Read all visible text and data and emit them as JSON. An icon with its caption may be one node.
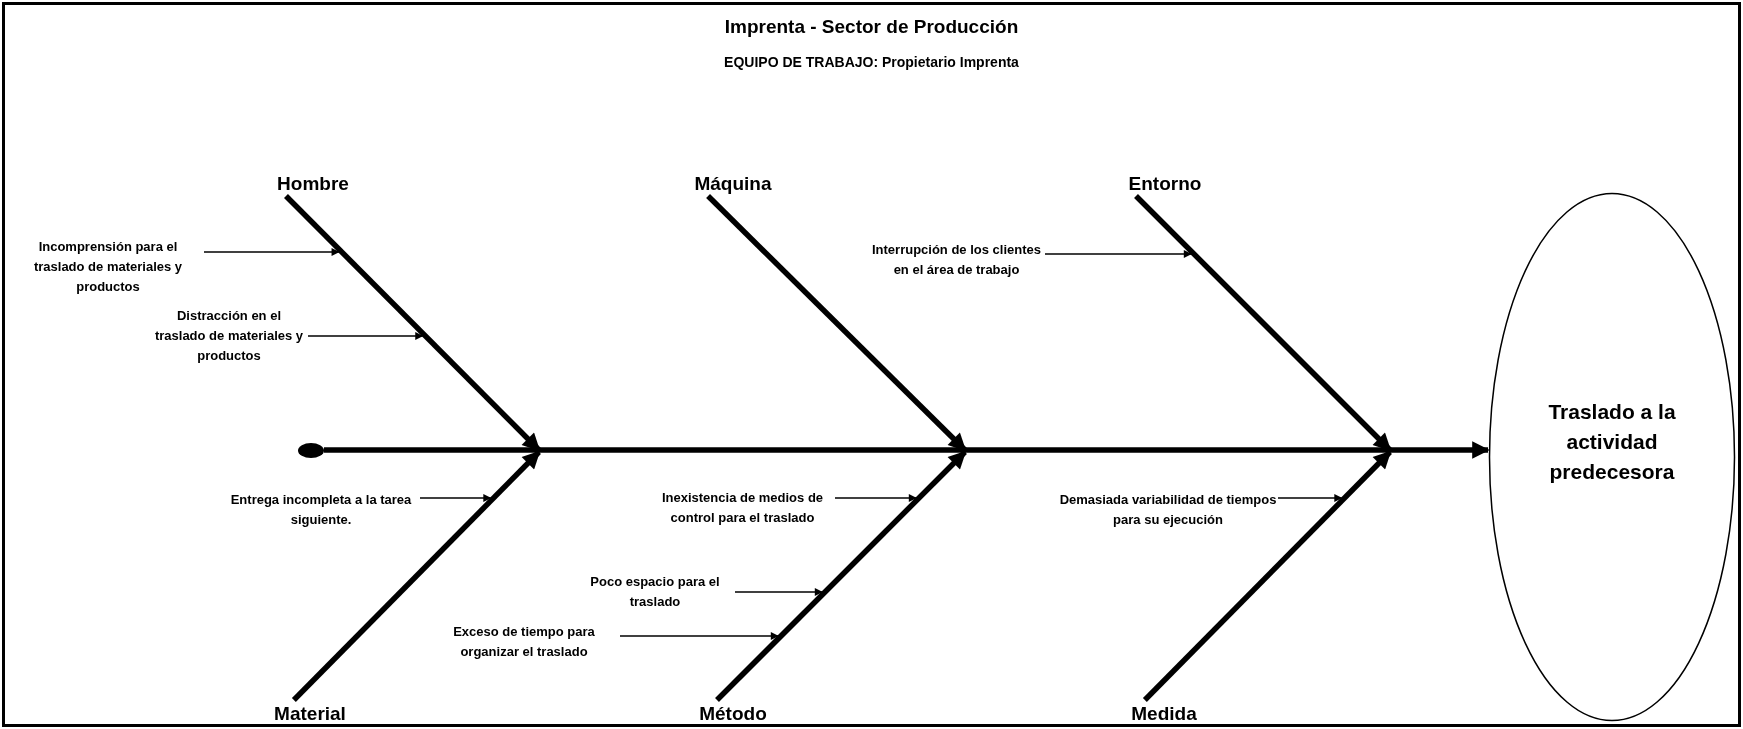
{
  "diagram": {
    "title": "Imprenta - Sector de Producción",
    "nodes": [
      {
        "text": [
          "Hombre"
        ]
      },
      {
        "text": [
          "Máquina"
        ]
      },
      {
        "text": [
          "Entorno"
        ]
      },
      {
        "text": [
          "Incomprensión para el traslado de materiales y productos"
        ]
      },
      {
        "text": [
          "Interrupción de los clientes en el área de trabajo"
        ]
      },
      {
        "text": [
          "Distracción en el traslado de materiales y productos"
        ]
      },
      {
        "text": [],
        "shape": "circle"
      },
      {
        "text": [
          "Traslado a la actividad predecesora"
        ]
      },
      {
        "text": [
          "Entrega incompleta a la tarea siguiente."
        ]
      },
      {
        "text": [
          "Inexistencia de medios de control para el traslado"
        ]
      },
      {
        "text": [
          "Demasiada variabilidad de tiempos para su ejecución"
        ]
      },
      {
        "text": [
          "Poco espacio para el traslado"
        ]
      },
      {
        "text": [
          "Exceso de tiempo para organizar el traslado"
        ]
      },
      {
        "text": [
          "Material"
        ]
      },
      {
        "text": [
          "Método"
        ]
      },
      {
        "text": [
          "Medida"
        ]
      }
    ],
    "edges": [
      {
        "from": 0,
        "to": null,
        "arrow": "to",
        "style": "thick"
      },
      {
        "from": 1,
        "to": null,
        "arrow": "to",
        "style": "thick"
      },
      {
        "from": 2,
        "to": null,
        "arrow": "to",
        "style": "thick"
      },
      {
        "from": 13,
        "to": null,
        "arrow": "to",
        "style": "thick"
      },
      {
        "from": 14,
        "to": null,
        "arrow": "to",
        "style": "thick"
      },
      {
        "from": 15,
        "to": null,
        "arrow": "to",
        "style": "thick"
      },
      {
        "from": 3,
        "to": null,
        "arrow": "to"
      },
      {
        "from": 4,
        "to": null,
        "arrow": "to"
      },
      {
        "from": 5,
        "to": null,
        "arrow": "to"
      },
      {
        "from": 8,
        "to": null,
        "arrow": "to"
      },
      {
        "from": 9,
        "to": null,
        "arrow": "to"
      },
      {
        "from": 10,
        "to": null,
        "arrow": "to"
      },
      {
        "from": 11,
        "to": null,
        "arrow": "to"
      },
      {
        "from": 12,
        "to": null,
        "arrow": "to"
      },
      {
        "from": 6,
        "to": 7,
        "arrow": "to",
        "style": "thick"
      }
    ],
    "labels": [
      "EQUIPO DE TRABAJO: Propietario Imprenta"
    ]
  }
}
